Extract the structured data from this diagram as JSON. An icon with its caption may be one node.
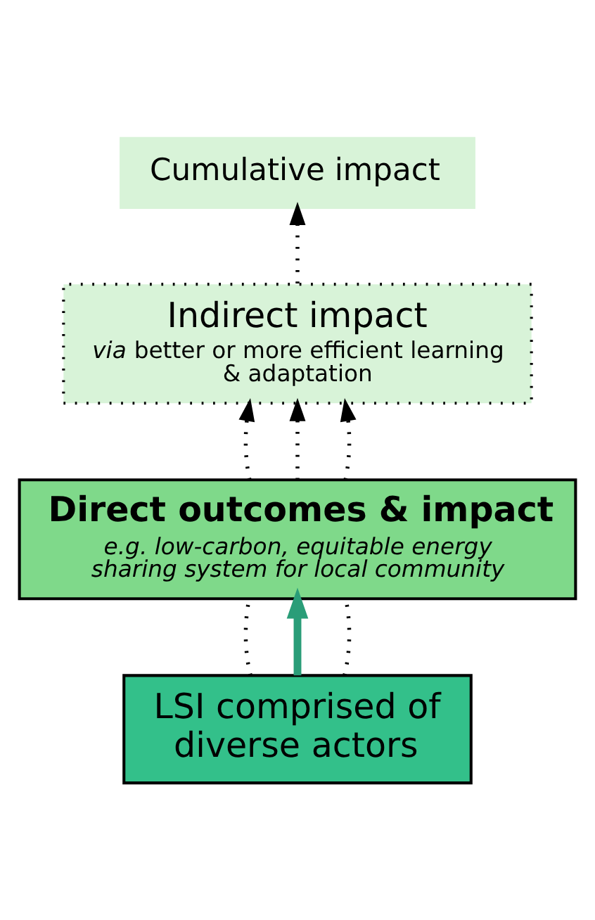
{
  "diagram": {
    "nodes": [
      {
        "text": [
          "Cumulative impact"
        ]
      },
      {
        "text": [
          "Indirect impact",
          "*via* better or more efficient learning & adaptation"
        ]
      },
      {
        "text": [
          "Direct outcomes & impact",
          "e.g. low-carbon, equitable energy sharing system for local community"
        ]
      },
      {
        "text": [
          "LSI comprised of diverse actors"
        ]
      }
    ],
    "edges": [
      {
        "from": 1,
        "to": 0,
        "arrow": "to",
        "style": "dashed"
      },
      {
        "from": 2,
        "to": 1,
        "arrow": "to",
        "style": "dashed"
      },
      {
        "from": 2,
        "to": 1,
        "arrow": "to",
        "style": "dashed"
      },
      {
        "from": 2,
        "to": 1,
        "arrow": "to",
        "style": "dashed"
      },
      {
        "from": 3,
        "to": 2,
        "arrow": "none",
        "style": "dashed"
      },
      {
        "from": 3,
        "to": 2,
        "arrow": "to",
        "style": "thick",
        "color": "#2a9d78"
      },
      {
        "from": 3,
        "to": 2,
        "arrow": "none",
        "style": "dashed"
      }
    ]
  }
}
